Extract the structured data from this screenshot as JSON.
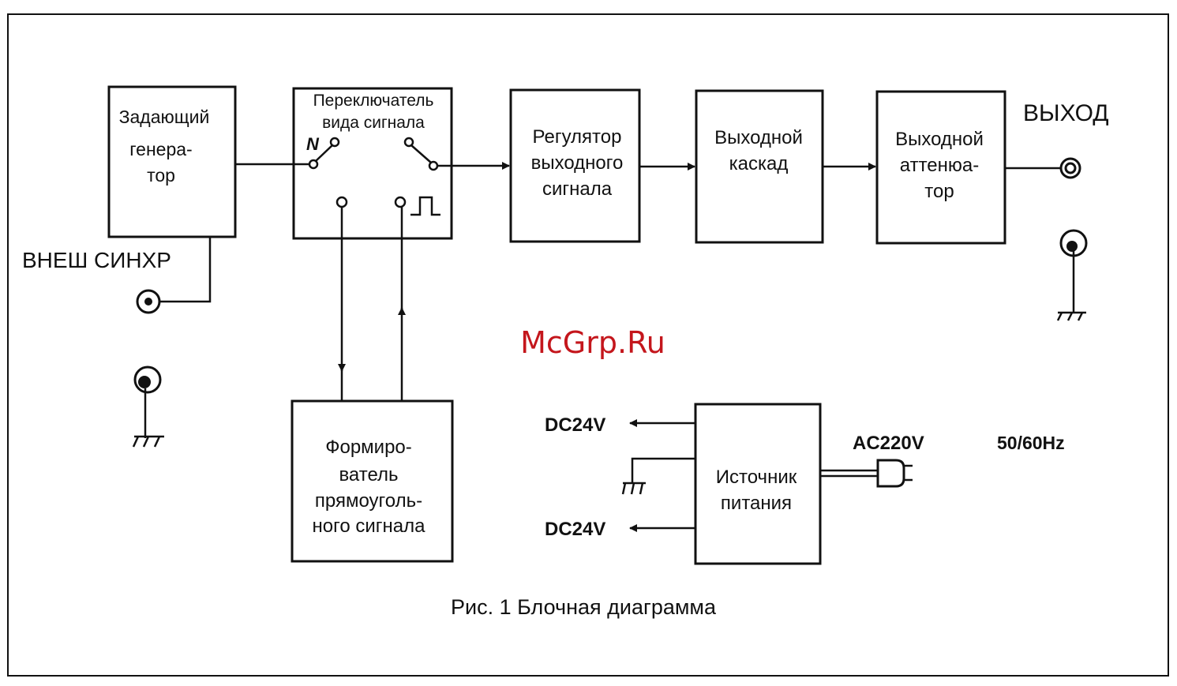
{
  "blocks": {
    "master_gen": [
      "Задающий",
      "генера-",
      "тор"
    ],
    "switch": [
      "Переключатель",
      "вида сигнала"
    ],
    "level": [
      "Регулятор",
      "выходного",
      "сигнала"
    ],
    "out_stage": [
      "Выходной",
      "каскад"
    ],
    "attenuator": [
      "Выходной",
      "аттенюа-",
      "тор"
    ],
    "shaper": [
      "Формиро-",
      "ватель",
      "прямоуголь-",
      "ного сигнала"
    ],
    "psu": [
      "Источник",
      "питания"
    ]
  },
  "labels": {
    "output": "ВЫХОД",
    "ext_sync": "ВНЕШ СИНХР",
    "dc_top": "DC24V",
    "dc_bottom": "DC24V",
    "ac": "AC220V",
    "freq": "50/60Hz",
    "switch_sine": "N"
  },
  "caption": "Рис. 1 Блочная диаграмма",
  "watermark": "McGrp.Ru"
}
